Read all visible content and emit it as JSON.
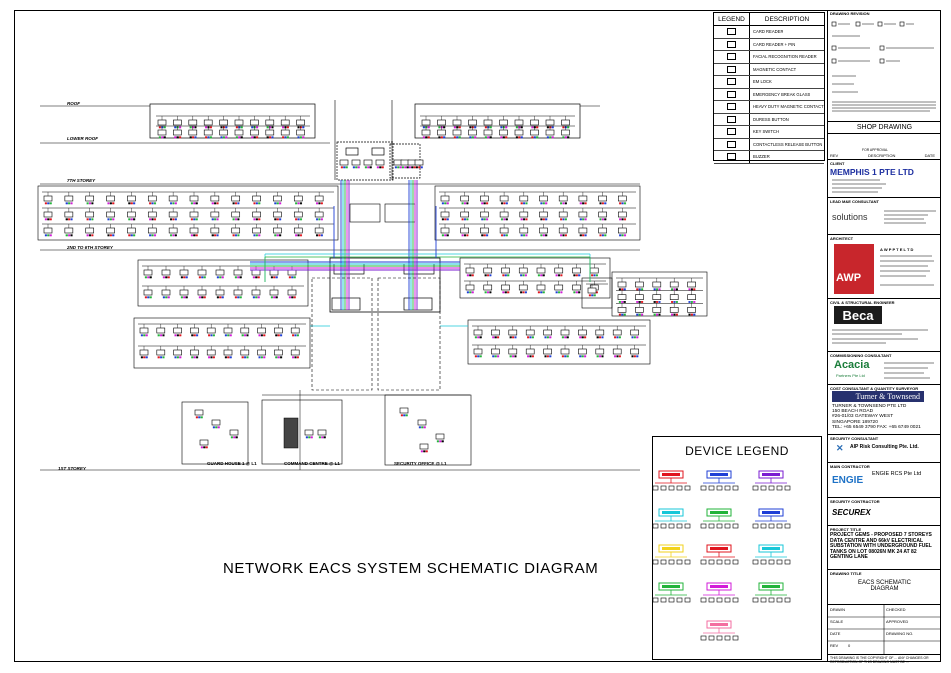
{
  "drawing_title_main": "NETWORK EACS SYSTEM SCHEMATIC DIAGRAM",
  "levels": {
    "roof": "ROOF",
    "lower_roof": "LOWER ROOF",
    "seventh": "7TH STOREY",
    "second_to_sixth": "2ND TO 6TH STOREY",
    "first": "1ST STOREY"
  },
  "rooms": {
    "guard_house": "GUARD HOUSE 1 @ L1",
    "command_centre": "COMMAND CENTRE @ L1",
    "security_office": "SECURITY OFFICE @ L1"
  },
  "legend": {
    "header_legend": "LEGEND",
    "header_description": "DESCRIPTION",
    "items": [
      "CARD READER",
      "CARD READER + PIN",
      "FACIAL RECOGNITION READER",
      "MAGNETIC CONTACT",
      "EM LOCK",
      "EMERGENCY BREAK GLASS",
      "HEAVY DUTY MAGNETIC CONTACT",
      "DURESS BUTTON",
      "KEY SWITCH",
      "CONTACTLESS RELEASE BUTTON",
      "BUZZER"
    ]
  },
  "device_legend": {
    "title": "DEVICE LEGEND"
  },
  "title_block": {
    "drawing_revision": "DRAWING REVISION",
    "shop_drawing": "SHOP DRAWING",
    "rev_col": "REV",
    "description_col": "DESCRIPTION",
    "date_col": "DATE",
    "for_approval": "FOR APPROVAL",
    "client_label": "CLIENT",
    "client_name": "MEMPHIS 1 PTE LTD",
    "lead_label": "LEAD M&E CONSULTANT",
    "lead_logo": "solutions",
    "architect_label": "ARCHITECT",
    "architect_logo": "AWP",
    "architect_name": "A W P  P T E  L T D",
    "cs_label": "CIVIL & STRUCTURAL ENGINEER",
    "cs_logo": "Beca",
    "comm_label": "COMMISSIONING CONSULTANT",
    "comm_logo": "Acacia",
    "comm_sub": "Partners Pte Ltd",
    "qs_label": "COST CONSULTANT & QUANTITY SURVEYOR",
    "qs_logo": "Turner & Townsend",
    "qs_name": "TURNER & TOWNSEND PTE LTD",
    "qs_addr1": "150 BEACH ROAD",
    "qs_addr2": "#26-01/03 GATEWAY WEST",
    "qs_addr3": "SINGAPORE 189720",
    "qs_tel": "TEL: +65 6549 3790    FAX: +65 6749 0021",
    "sec_label": "SECURITY CONSULTANT",
    "sec_name": "AIP Risk Consulting Pte. Ltd.",
    "main_label": "MAIN CONTRACTOR",
    "main_logo": "ENGIE",
    "main_name": "ENGIE RCS Pte Ltd",
    "secc_label": "SECURITY CONTRACTOR",
    "secc_logo": "SECUREX",
    "project_label": "PROJECT TITLE",
    "project_text": "PROJECT GEMS - PROPOSED 7 STOREYS DATA CENTRE AND 66kV ELECTRICAL SUBSTATION WITH UNDERGROUND FUEL TANKS ON LOT 08026N MK 24 AT 82 GENTING LANE",
    "drawing_title_label": "DRAWING TITLE",
    "drawing_title_1": "EACS SCHEMATIC",
    "drawing_title_2": "DIAGRAM",
    "drawn": "DRAWN",
    "checked": "CHECKED",
    "scale": "SCALE",
    "approved": "APPROVED",
    "date": "DATE",
    "drawing_no": "DRAWING NO.",
    "rev_label": "REV",
    "rev_value": "0",
    "footer_note": "THIS DRAWING IS THE COPYRIGHT OF ... ANY CHANGES OR REPRODUCTION OF THIS DRAWING MUST BE ..."
  },
  "colors": {
    "line": "#000000",
    "blue": "#1f3fd6",
    "cyan": "#17c7d8",
    "green": "#22b33a",
    "magenta": "#d21bd8",
    "red": "#e0141e",
    "yellow": "#f2d21b",
    "purple": "#7a1bd1",
    "orange": "#f08a18",
    "pink": "#f36ea0"
  }
}
